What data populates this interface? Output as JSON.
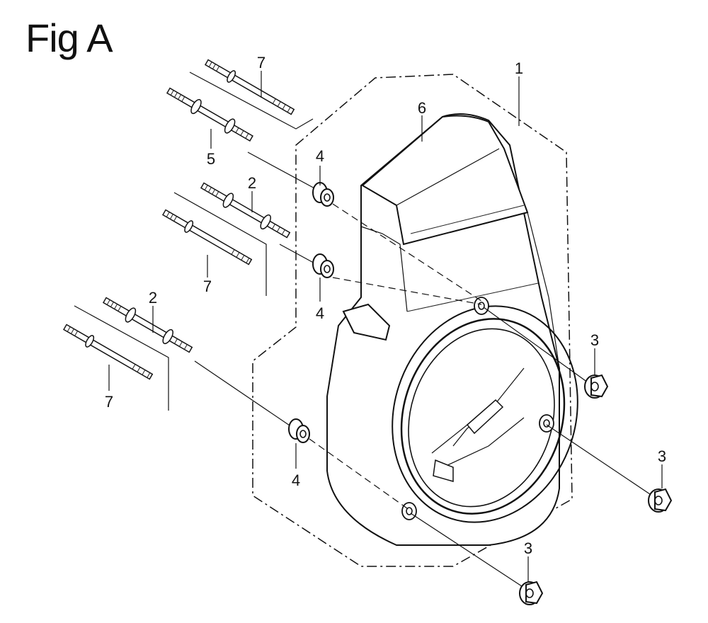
{
  "figure": {
    "title": "Fig A"
  },
  "callouts": {
    "shroud": "1",
    "bolt_upper": "2",
    "bolt_lower": "2",
    "flange_nut_a": "3",
    "flange_nut_b": "3",
    "flange_nut_c": "3",
    "grommet_a": "4",
    "grommet_b": "4",
    "grommet_c": "4",
    "stud_bolt": "5",
    "cover": "6",
    "pin_top": "7",
    "pin_mid": "7",
    "pin_bottom": "7"
  }
}
